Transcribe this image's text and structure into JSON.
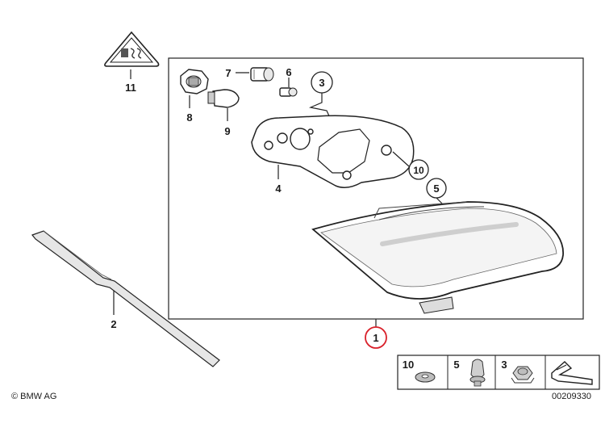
{
  "labels": {
    "p1": "1",
    "p2": "2",
    "p3": "3",
    "p4": "4",
    "p5": "5",
    "p6": "6",
    "p7": "7",
    "p8": "8",
    "p9": "9",
    "p10": "10",
    "p11": "11"
  },
  "hardware_legend": {
    "items": [
      {
        "label": "10",
        "icon": "washer-icon"
      },
      {
        "label": "5",
        "icon": "clip-nut-icon"
      },
      {
        "label": "3",
        "icon": "hex-nut-icon"
      },
      {
        "label": "",
        "icon": "arrow-reference-icon"
      }
    ]
  },
  "footer": {
    "copyright": "© BMW AG",
    "diagram_number": "00209330"
  },
  "highlight_color": "#d9202a"
}
